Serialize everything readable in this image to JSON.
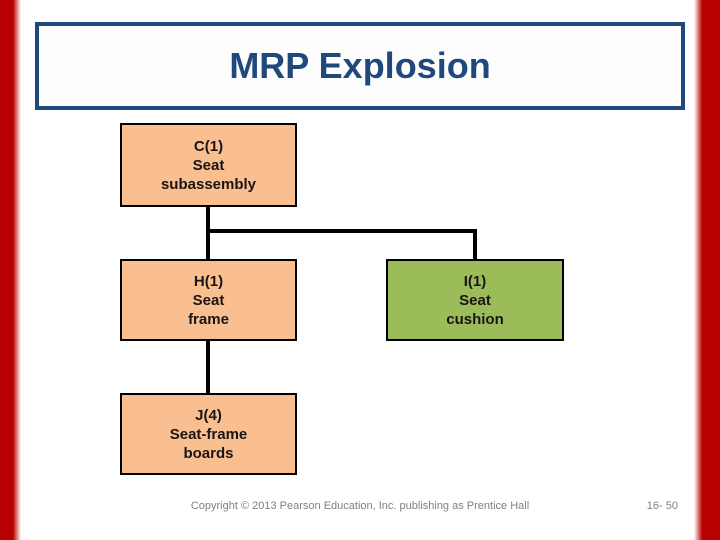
{
  "slide": {
    "title": "MRP Explosion",
    "colors": {
      "accent_blue": "#1f497d",
      "sidebar_red": "#b80000",
      "node_orange": "#f9bf90",
      "node_green": "#9cbb59",
      "connector_black": "#000000",
      "footer_gray": "#7f7f7f"
    },
    "nodes": [
      {
        "id": "C",
        "code": "C(1)",
        "line1": "Seat",
        "line2": "subassembly",
        "fill": "orange"
      },
      {
        "id": "H",
        "code": "H(1)",
        "line1": "Seat",
        "line2": "frame",
        "fill": "orange"
      },
      {
        "id": "I",
        "code": "I(1)",
        "line1": "Seat",
        "line2": "cushion",
        "fill": "green"
      },
      {
        "id": "J",
        "code": "J(4)",
        "line1": "Seat-frame",
        "line2": "boards",
        "fill": "orange"
      }
    ],
    "footer": {
      "copyright": "Copyright © 2013 Pearson Education, Inc. publishing as Prentice Hall",
      "page_number": "16- 50"
    }
  }
}
